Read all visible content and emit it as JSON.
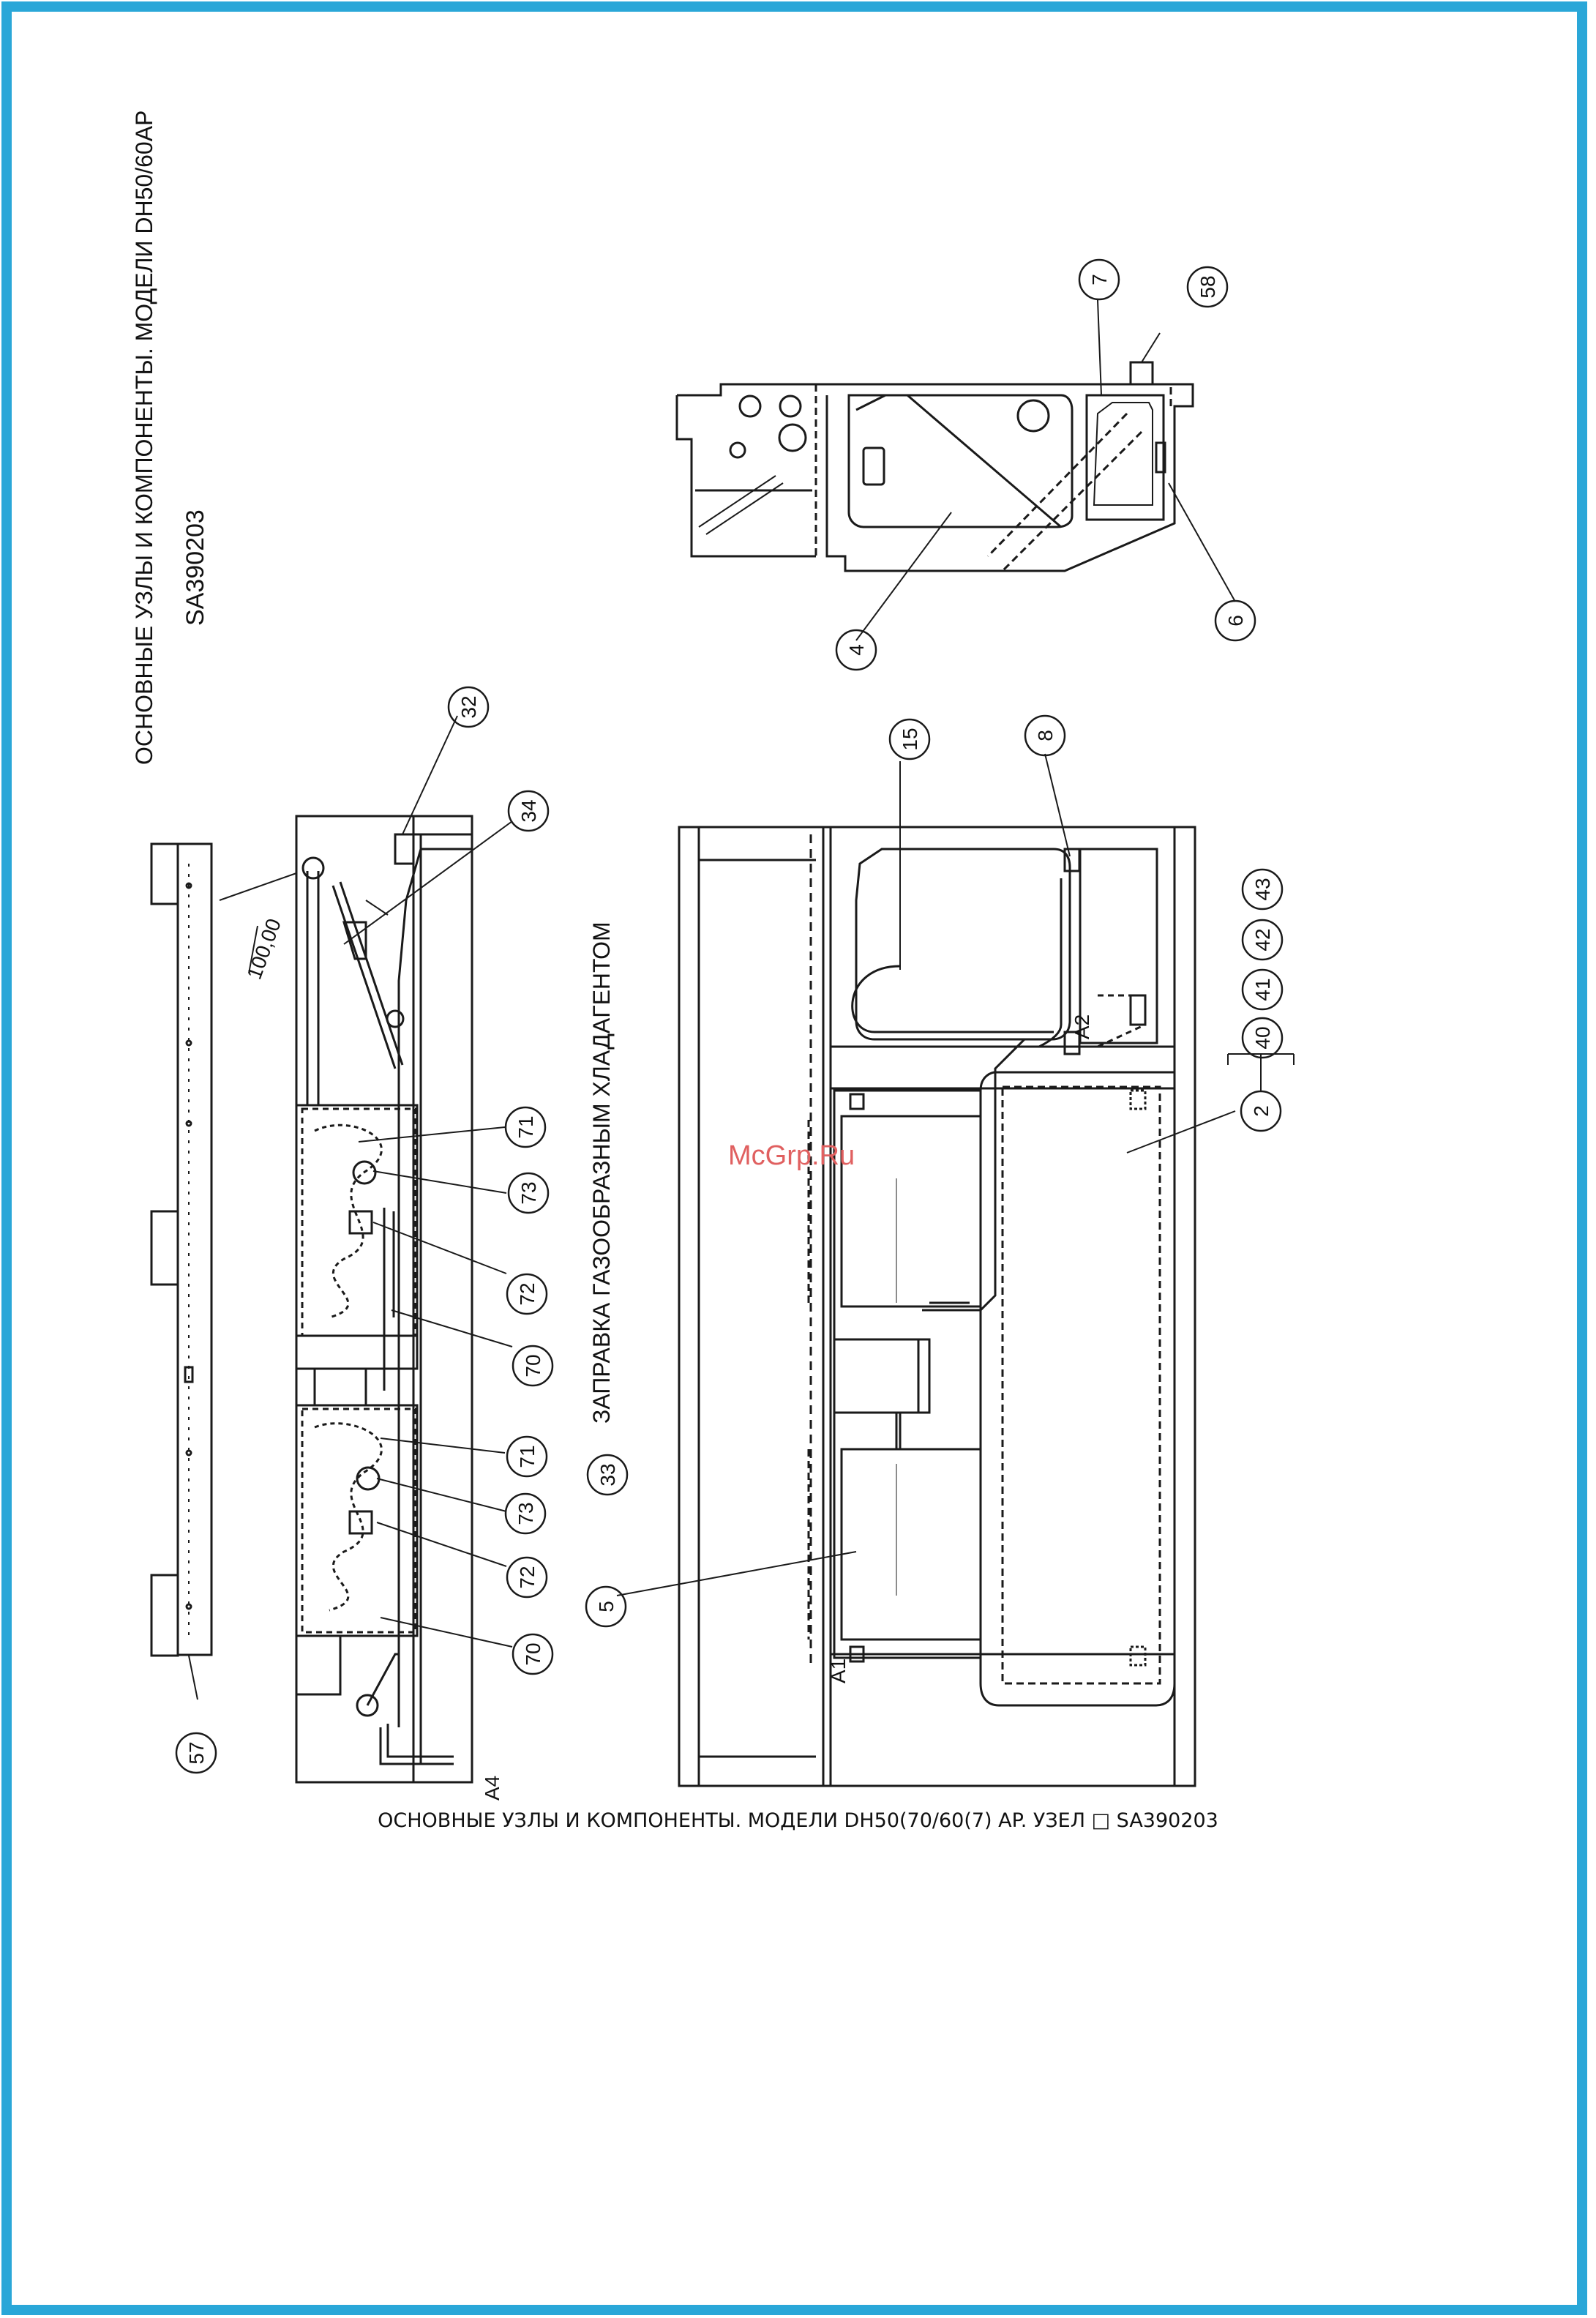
{
  "header": {
    "title_line1": "ОСНОВНЫЕ УЗЛЫ И КОМПОНЕНТЫ. МОДЕЛИ DH50/60AP",
    "title_line2": "SA390203"
  },
  "section_label": "ЗАПРАВКА ГАЗООБРАЗНЫМ ХЛАДАГЕНТОМ",
  "dimension_label": "100,00",
  "watermark": "McGrp.Ru",
  "caption": "ОСНОВНЫЕ УЗЛЫ И КОМПОНЕНТЫ. МОДЕЛИ DH50(70/60(7) AP. УЗЕЛ □ SA390203",
  "section_marks": {
    "a1": "A1",
    "a2": "A2",
    "a4": "A4"
  },
  "callouts": {
    "c2": "2",
    "c4": "4",
    "c5": "5",
    "c6": "6",
    "c7": "7",
    "c8": "8",
    "c15": "15",
    "c32": "32",
    "c33": "33",
    "c34": "34",
    "c40": "40",
    "c41": "41",
    "c42": "42",
    "c43": "43",
    "c57": "57",
    "c58": "58",
    "c70a": "70",
    "c70b": "70",
    "c71a": "71",
    "c71b": "71",
    "c72a": "72",
    "c72b": "72",
    "c73a": "73",
    "c73b": "73"
  },
  "colors": {
    "border": "#2aa7d8",
    "line": "#1a1a1a",
    "watermark": "#e06060"
  }
}
